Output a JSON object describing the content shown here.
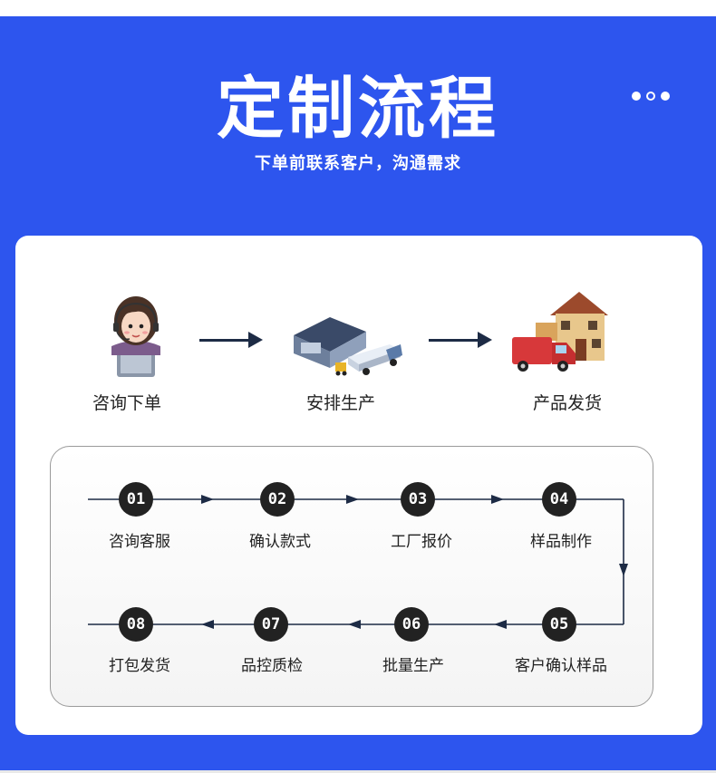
{
  "header": {
    "title": "定制流程",
    "subtitle": "下单前联系客户，沟通需求"
  },
  "stages": [
    {
      "label": "咨询下单",
      "icon": "customer-service-icon"
    },
    {
      "label": "安排生产",
      "icon": "factory-icon"
    },
    {
      "label": "产品发货",
      "icon": "delivery-icon"
    }
  ],
  "steps": [
    {
      "num": "01",
      "label": "咨询客服"
    },
    {
      "num": "02",
      "label": "确认款式"
    },
    {
      "num": "03",
      "label": "工厂报价"
    },
    {
      "num": "04",
      "label": "样品制作"
    },
    {
      "num": "05",
      "label": "客户确认样品"
    },
    {
      "num": "06",
      "label": "批量生产"
    },
    {
      "num": "07",
      "label": "品控质检"
    },
    {
      "num": "08",
      "label": "打包发货"
    }
  ],
  "colors": {
    "banner": "#2d55ee",
    "badge": "#222222",
    "line": "#1d2b45"
  }
}
